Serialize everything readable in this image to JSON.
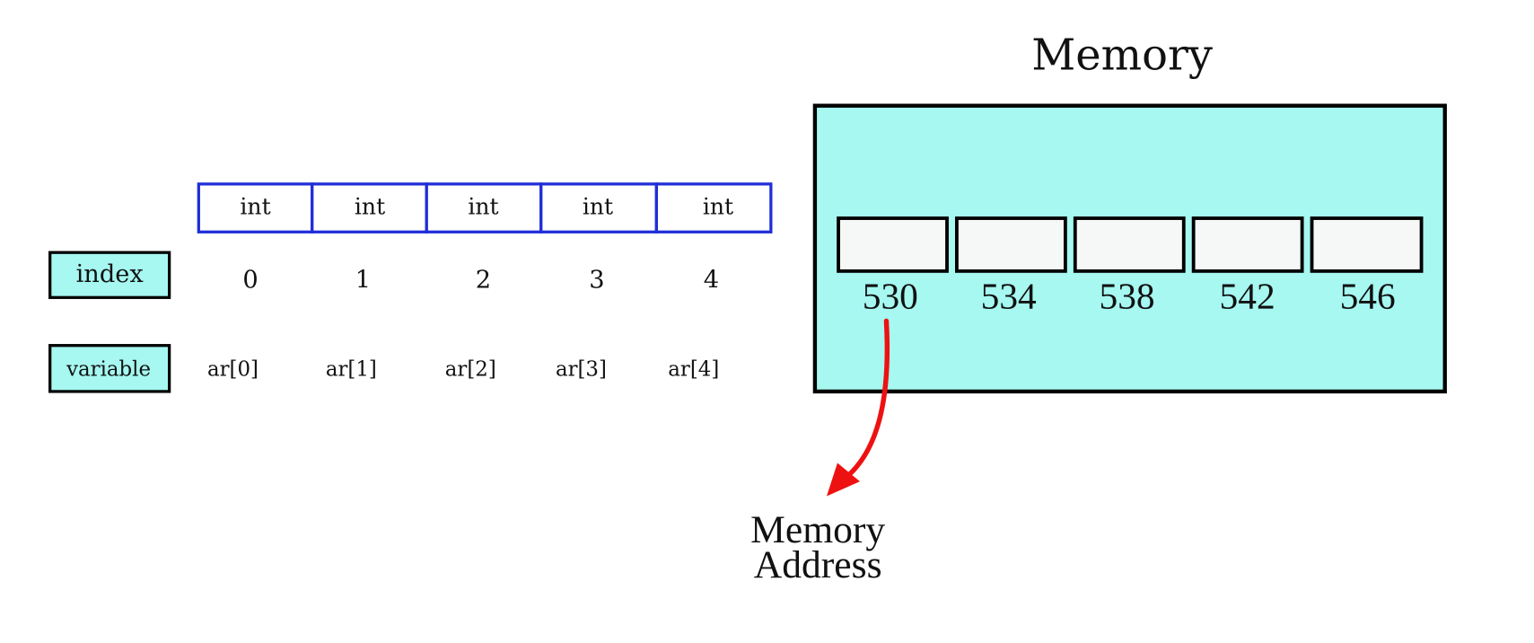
{
  "memory": {
    "title": "Memory",
    "fill_color": "#a6f8f1",
    "cell_fill_color": "#f6f8f7",
    "addresses": [
      "530",
      "534",
      "538",
      "542",
      "546"
    ]
  },
  "array": {
    "types": [
      "int",
      "int",
      "int",
      "int",
      "int"
    ],
    "border_color": "#1f2ed8",
    "index_label": "index",
    "variable_label": "variable",
    "label_fill_color": "#a6f8f1",
    "indices": [
      "0",
      "1",
      "2",
      "3",
      "4"
    ],
    "variables": [
      "ar[0]",
      "ar[1]",
      "ar[2]",
      "ar[3]",
      "ar[4]"
    ]
  },
  "pointer": {
    "color": "#ee1111",
    "label_line1": "Memory",
    "label_line2": "Address"
  }
}
